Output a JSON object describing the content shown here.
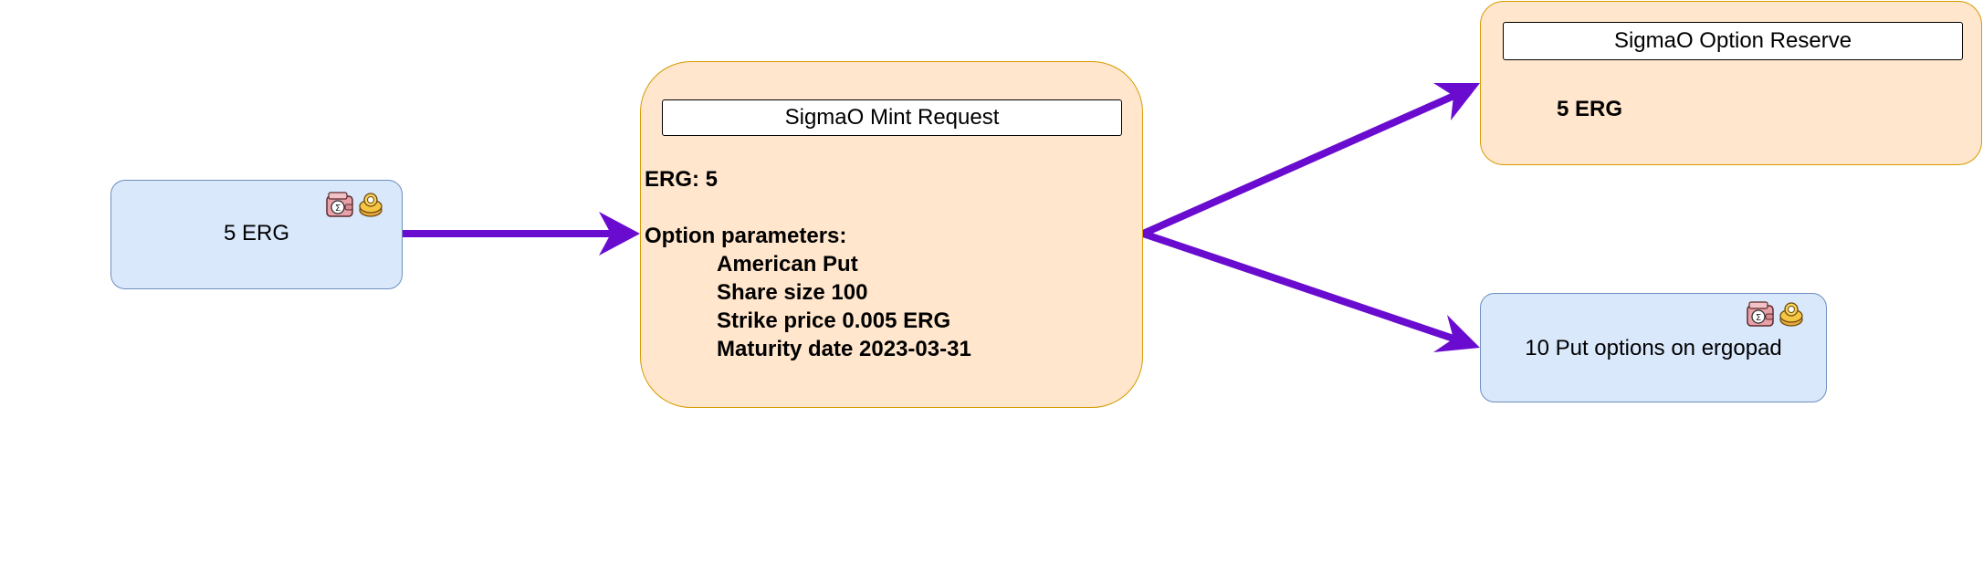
{
  "wallet_left": {
    "label": "5 ERG",
    "icons": [
      "sigma-wallet-icon",
      "ergopad-coin-icon"
    ]
  },
  "mint_request": {
    "title": "SigmaO Mint Request",
    "erg_label": "ERG: 5",
    "params_heading": "Option parameters:",
    "params": [
      "American Put",
      "Share size 100",
      "Strike price 0.005 ERG",
      "Maturity date 2023-03-31"
    ]
  },
  "option_reserve": {
    "title": "SigmaO Option Reserve",
    "amount": "5 ERG"
  },
  "wallet_right": {
    "label": "10 Put options on ergopad",
    "icons": [
      "sigma-wallet-icon",
      "ergopad-coin-icon"
    ]
  },
  "colors": {
    "arrow": "#6a0ccf",
    "blue_fill": "#dae8fc",
    "blue_stroke": "#6c8ebf",
    "orange_fill": "#ffe6cc",
    "orange_stroke": "#d79b00"
  }
}
